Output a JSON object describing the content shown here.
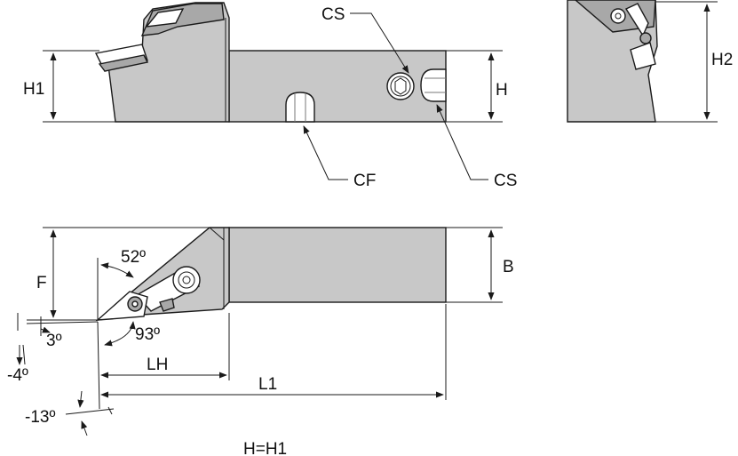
{
  "labels": {
    "h1": "H1",
    "h": "H",
    "h2": "H2",
    "cs_top": "CS",
    "cf": "CF",
    "cs_bottom": "CS",
    "b": "B",
    "f": "F",
    "angle_52": "52º",
    "angle_93": "93º",
    "angle_3": "3º",
    "angle_neg4": "-4º",
    "angle_neg13": "-13º",
    "lh": "LH",
    "l1": "L1",
    "note": "H=H1"
  },
  "colors": {
    "body_fill": "#c8c8c8",
    "line": "#1a1a1a"
  }
}
